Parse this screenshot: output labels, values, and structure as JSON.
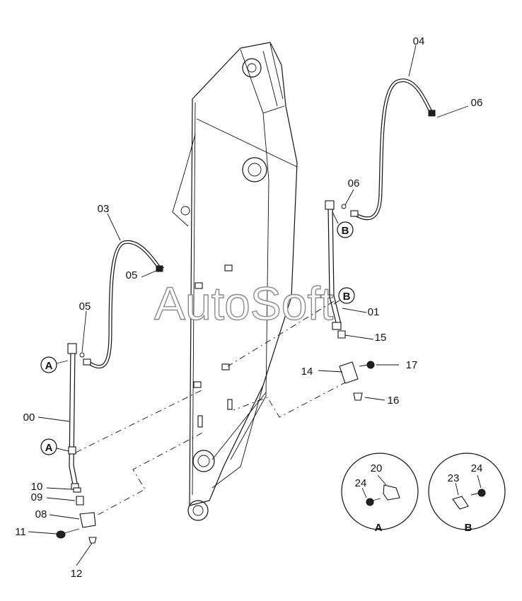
{
  "watermark": "AutoSoft",
  "parts": {
    "p00": "00",
    "p01": "01",
    "p03": "03",
    "p04": "04",
    "p05a": "05",
    "p05b": "05",
    "p06a": "06",
    "p06b": "06",
    "p08": "08",
    "p09": "09",
    "p10": "10",
    "p11": "11",
    "p12": "12",
    "p14": "14",
    "p15": "15",
    "p16": "16",
    "p17": "17",
    "p20": "20",
    "p23": "23",
    "p24a": "24",
    "p24b": "24"
  },
  "refs": {
    "a1": "A",
    "a2": "A",
    "b1": "B",
    "b2": "B",
    "detail_a": "A",
    "detail_b": "B"
  }
}
